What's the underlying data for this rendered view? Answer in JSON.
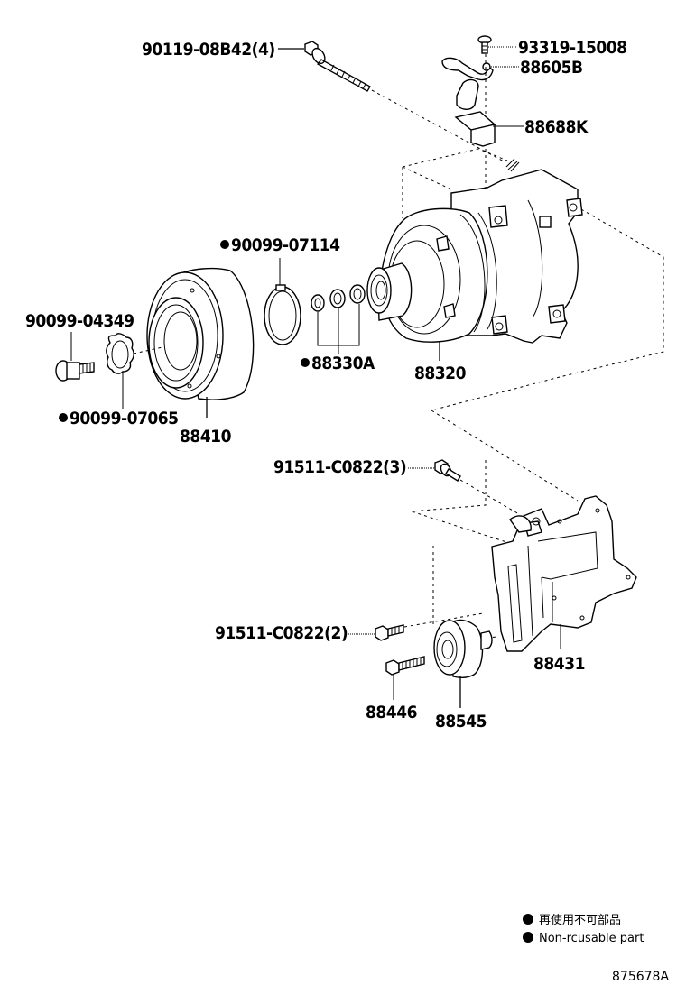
{
  "diagram": {
    "type": "exploded-parts-diagram",
    "subject": "A/C compressor and mounting bracket",
    "drawing_number": "875678A",
    "parts": [
      {
        "id": "bolt-top",
        "label": "90119-08B42(4)",
        "non_reusable": false
      },
      {
        "id": "screw-top",
        "label": "93319-15008",
        "non_reusable": false
      },
      {
        "id": "switch",
        "label": "88605B",
        "non_reusable": false
      },
      {
        "id": "plate",
        "label": "88688K",
        "non_reusable": false
      },
      {
        "id": "snap-ring",
        "label": "90099-07114",
        "non_reusable": true
      },
      {
        "id": "bolt-left",
        "label": "90099-04349",
        "non_reusable": false
      },
      {
        "id": "washers",
        "label": "88330A",
        "non_reusable": true
      },
      {
        "id": "compressor",
        "label": "88320",
        "non_reusable": false
      },
      {
        "id": "lock-washer",
        "label": "90099-07065",
        "non_reusable": true
      },
      {
        "id": "clutch-pulley",
        "label": "88410",
        "non_reusable": false
      },
      {
        "id": "bracket-bolt-3",
        "label": "91511-C0822(3)",
        "non_reusable": false
      },
      {
        "id": "bracket-bolt-2",
        "label": "91511-C0822(2)",
        "non_reusable": false
      },
      {
        "id": "bracket",
        "label": "88431",
        "non_reusable": false
      },
      {
        "id": "idler-bolt",
        "label": "88446",
        "non_reusable": false
      },
      {
        "id": "idler-pulley",
        "label": "88545",
        "non_reusable": false
      }
    ],
    "legend": {
      "marker": "●",
      "items": [
        "再使用不可部品",
        "Non-rcusable part"
      ]
    }
  }
}
